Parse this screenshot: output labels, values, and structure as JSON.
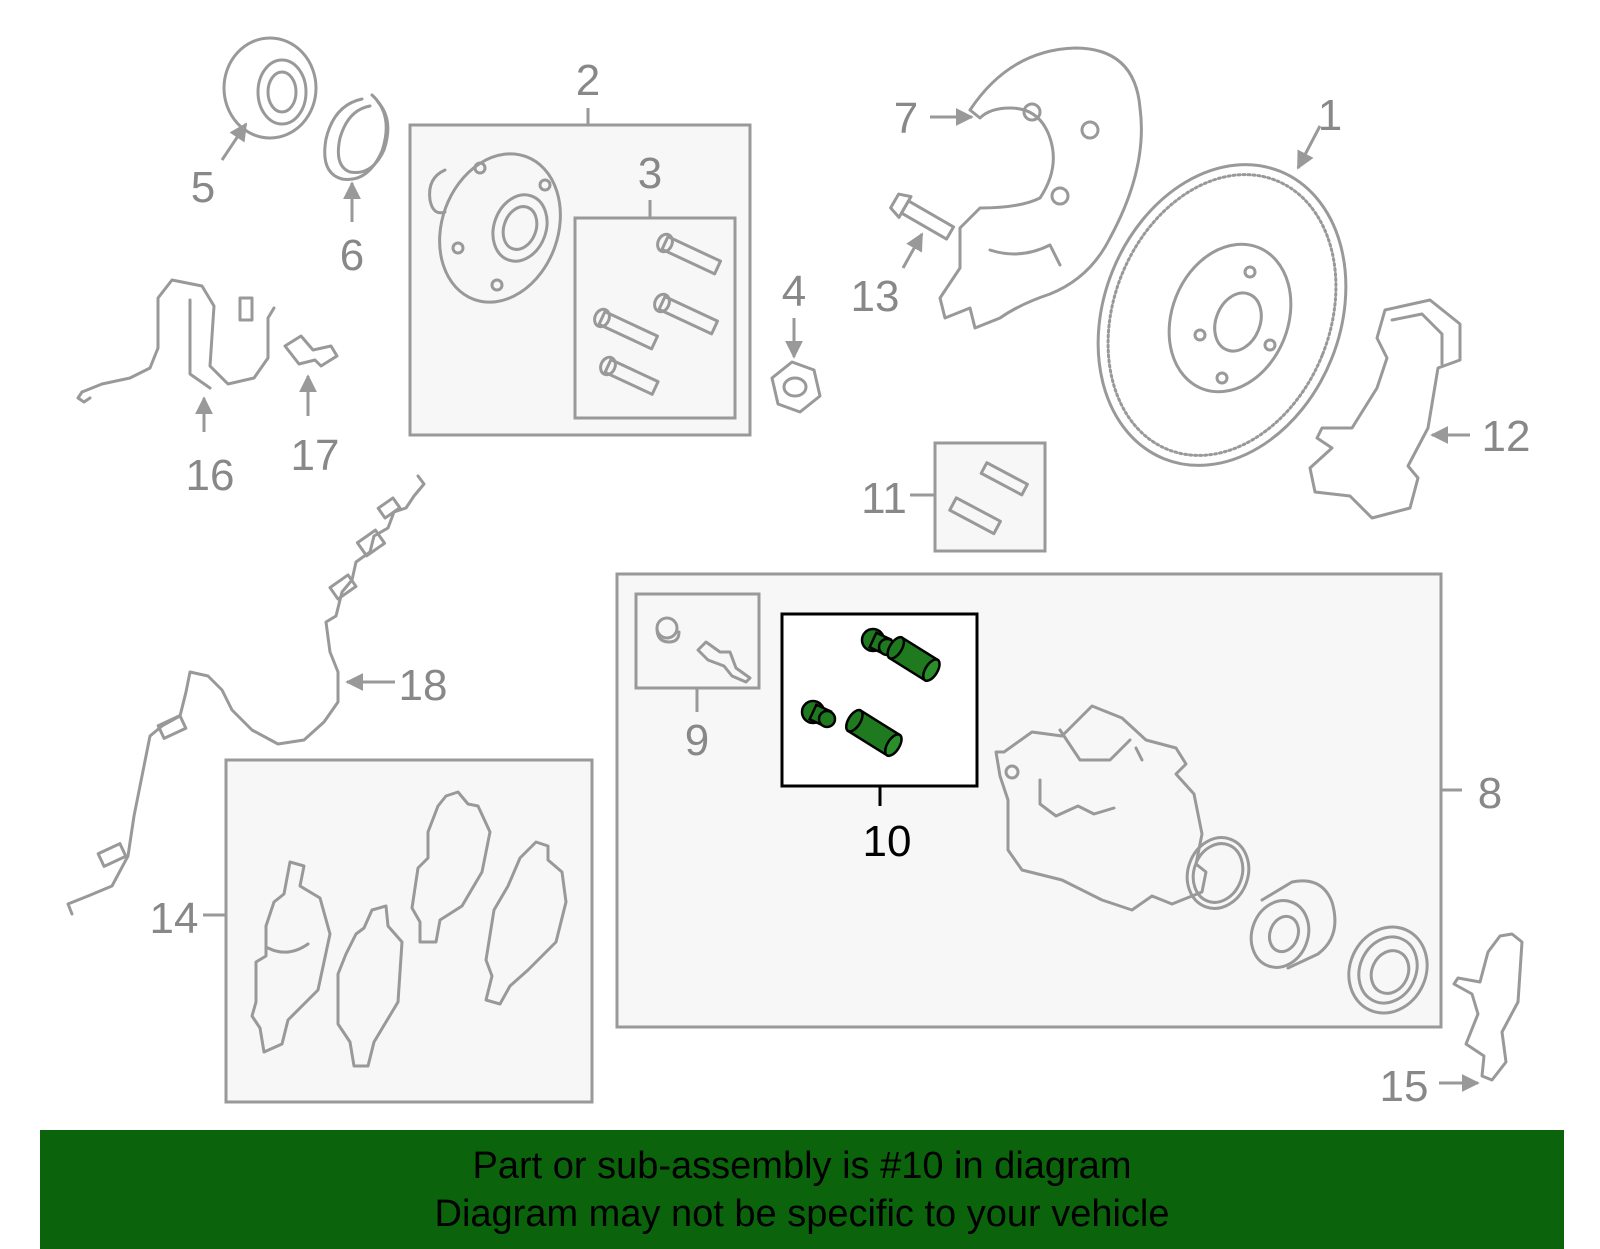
{
  "labels": {
    "l1": "1",
    "l2": "2",
    "l3": "3",
    "l4": "4",
    "l5": "5",
    "l6": "6",
    "l7": "7",
    "l8": "8",
    "l9": "9",
    "l10": "10",
    "l11": "11",
    "l12": "12",
    "l13": "13",
    "l14": "14",
    "l15": "15",
    "l16": "16",
    "l17": "17",
    "l18": "18"
  },
  "banner": {
    "line1": "Part or sub-assembly is #10 in diagram",
    "line2": "Diagram may not be specific to your vehicle"
  },
  "colors": {
    "highlight_part": "#1f7a1f",
    "banner_bg": "#0b640b",
    "line_gray": "#999999",
    "label_gray": "#888888"
  }
}
